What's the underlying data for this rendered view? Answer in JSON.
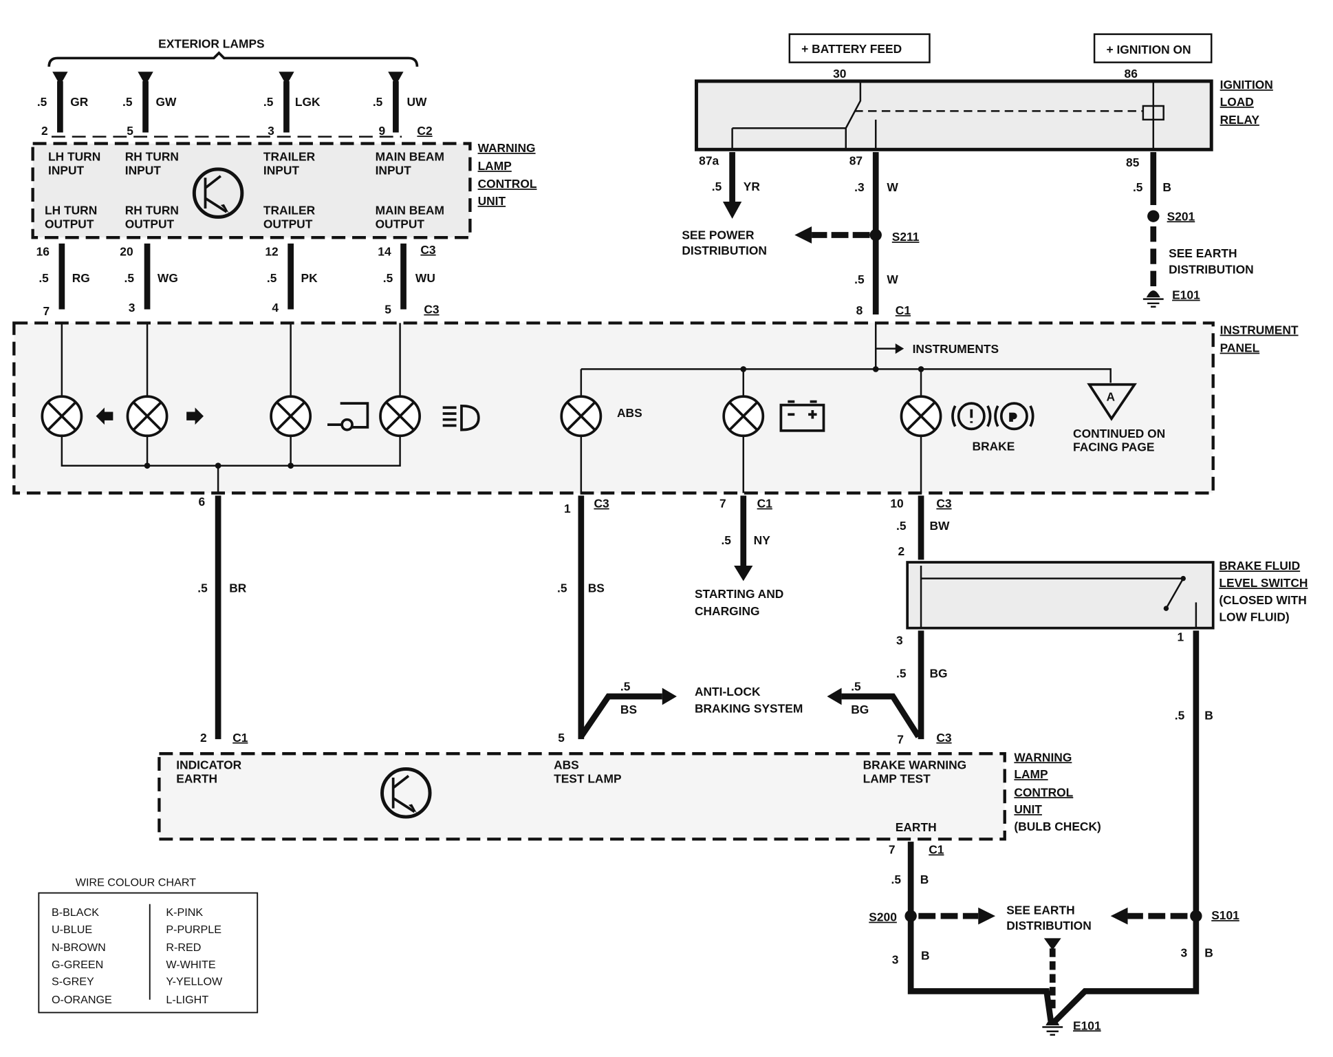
{
  "exterior_lamps": {
    "title": "EXTERIOR LAMPS",
    "wires": [
      {
        "size": ".5",
        "color": "GR",
        "pin": "2"
      },
      {
        "size": ".5",
        "color": "GW",
        "pin": "5"
      },
      {
        "size": ".5",
        "color": "LGK",
        "pin": "3"
      },
      {
        "size": ".5",
        "color": "UW",
        "pin": "9"
      }
    ],
    "connector": "C2"
  },
  "wlcu_top": {
    "inputs": [
      "LH TURN",
      "INPUT",
      "RH TURN",
      "INPUT",
      "TRAILER",
      "INPUT",
      "MAIN BEAM",
      "INPUT"
    ],
    "outputs": [
      "LH TURN",
      "OUTPUT",
      "RH TURN",
      "OUTPUT",
      "TRAILER",
      "OUTPUT",
      "MAIN BEAM",
      "OUTPUT"
    ],
    "name": [
      "WARNING",
      "LAMP",
      "CONTROL",
      "UNIT"
    ],
    "out_wires": [
      {
        "pin_top": "16",
        "size": ".5",
        "color": "RG",
        "pin_bottom": "7"
      },
      {
        "pin_top": "20",
        "size": ".5",
        "color": "WG",
        "pin_bottom": "3"
      },
      {
        "pin_top": "12",
        "size": ".5",
        "color": "PK",
        "pin_bottom": "4"
      },
      {
        "pin_top": "14",
        "size": ".5",
        "color": "WU",
        "pin_bottom": "5"
      }
    ],
    "connector_top": "C3",
    "connector_bottom": "C3"
  },
  "relay": {
    "battery_feed": "+ BATTERY FEED",
    "ignition_on": "+ IGNITION ON",
    "pin_30": "30",
    "pin_86": "86",
    "pin_87a": "87a",
    "pin_87": "87",
    "pin_85": "85",
    "name": [
      "IGNITION",
      "LOAD",
      "RELAY"
    ],
    "wire_87a": {
      "size": ".5",
      "color": "YR"
    },
    "wire_87": {
      "size": ".3",
      "color": "W"
    },
    "wire_85": {
      "size": ".5",
      "color": "B"
    },
    "s211": "S211",
    "s201": "S201",
    "see_power": [
      "SEE POWER",
      "DISTRIBUTION"
    ],
    "see_earth": [
      "SEE EARTH",
      "DISTRIBUTION"
    ],
    "e101": "E101",
    "wire_feed": {
      "size": ".5",
      "color": "W"
    },
    "pin_8": "8",
    "c1": "C1"
  },
  "instrument_panel": {
    "name": [
      "INSTRUMENT",
      "PANEL"
    ],
    "instruments": "INSTRUMENTS",
    "abs": "ABS",
    "brake": "BRAKE",
    "triangle": "A",
    "continued": [
      "CONTINUED ON",
      "FACING PAGE"
    ]
  },
  "lower": {
    "pin_6": "6",
    "wire_br": {
      "size": ".5",
      "color": "BR"
    },
    "pin_1": "1",
    "c3_a": "C3",
    "wire_bs": {
      "size": ".5",
      "color": "BS"
    },
    "pin_7": "7",
    "c1_a": "C1",
    "wire_ny": {
      "size": ".5",
      "color": "NY"
    },
    "starting": [
      "STARTING AND",
      "CHARGING"
    ],
    "pin_10": "10",
    "c3_b": "C3",
    "wire_bw": {
      "size": ".5",
      "color": "BW"
    },
    "pin_2": "2",
    "switch_name": [
      "BRAKE FLUID",
      "LEVEL SWITCH",
      "(CLOSED WITH",
      "LOW FLUID)"
    ],
    "switch_pin_3": "3",
    "switch_pin_1": "1",
    "wire_bg": {
      "size": ".5",
      "color": "BG"
    },
    "wire_b": {
      "size": ".5",
      "color": "B"
    },
    "abs_bs": {
      "size": ".5",
      "color": "BS"
    },
    "abs_bg": {
      "size": ".5",
      "color": "BG"
    },
    "abs_system": [
      "ANTI-LOCK",
      "BRAKING SYSTEM"
    ]
  },
  "wlcu_bottom": {
    "pin_2": "2",
    "c1": "C1",
    "pin_5": "5",
    "pin_7": "7",
    "c3": "C3",
    "indicator_earth": [
      "INDICATOR",
      "EARTH"
    ],
    "abs_test": [
      "ABS",
      "TEST LAMP"
    ],
    "brake_test": [
      "BRAKE WARNING",
      "LAMP TEST"
    ],
    "earth": "EARTH",
    "name": [
      "WARNING",
      "LAMP",
      "CONTROL",
      "UNIT",
      "(BULB CHECK)"
    ],
    "earth_pin": "7",
    "earth_conn": "C1",
    "wire_b": {
      "size": ".5",
      "color": "B"
    },
    "s200": "S200",
    "s101": "S101",
    "see_earth": [
      "SEE EARTH",
      "DISTRIBUTION"
    ],
    "wire_s200": {
      "size": "3",
      "color": "B"
    },
    "wire_s101": {
      "size": "3",
      "color": "B"
    },
    "e101": "E101"
  },
  "colour_chart": {
    "title": "WIRE COLOUR CHART",
    "left": [
      "B-BLACK",
      "U-BLUE",
      "N-BROWN",
      "G-GREEN",
      "S-GREY",
      "O-ORANGE"
    ],
    "right": [
      "K-PINK",
      "P-PURPLE",
      "R-RED",
      "W-WHITE",
      "Y-YELLOW",
      "L-LIGHT"
    ]
  }
}
